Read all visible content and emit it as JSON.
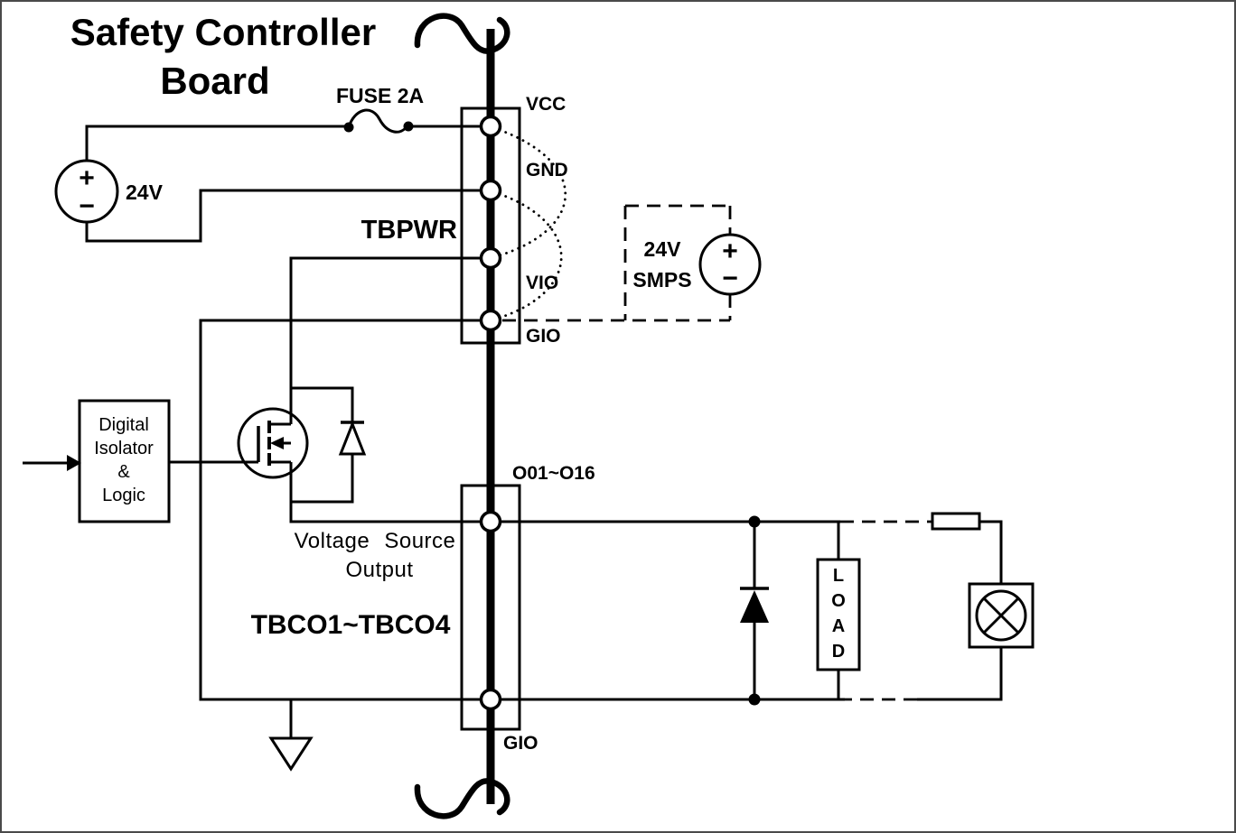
{
  "colors": {
    "line": "#000000",
    "background": "#ffffff",
    "frame": "#4a4a4a"
  },
  "title": {
    "line1": "Safety Controller",
    "line2": "Board"
  },
  "power_input": {
    "fuse_label": "FUSE 2A",
    "source_label": "24V",
    "plus": "+",
    "minus": "−"
  },
  "tbpwr": {
    "name": "TBPWR",
    "pins": {
      "vcc": "VCC",
      "gnd": "GND",
      "vio": "VIO",
      "gio": "GIO"
    }
  },
  "smps": {
    "line1": "24V",
    "line2": "SMPS",
    "plus": "+",
    "minus": "−"
  },
  "isolator": {
    "line1": "Digital",
    "line2": "Isolator",
    "line3": "&",
    "line4": "Logic"
  },
  "output_stage": {
    "caption1": "Voltage Source",
    "caption2": "Output",
    "block_name": "TBCO1~TBCO4",
    "channels": "O01~O16",
    "gio_label": "GIO"
  },
  "load": {
    "letters": [
      "L",
      "O",
      "A",
      "D"
    ]
  }
}
